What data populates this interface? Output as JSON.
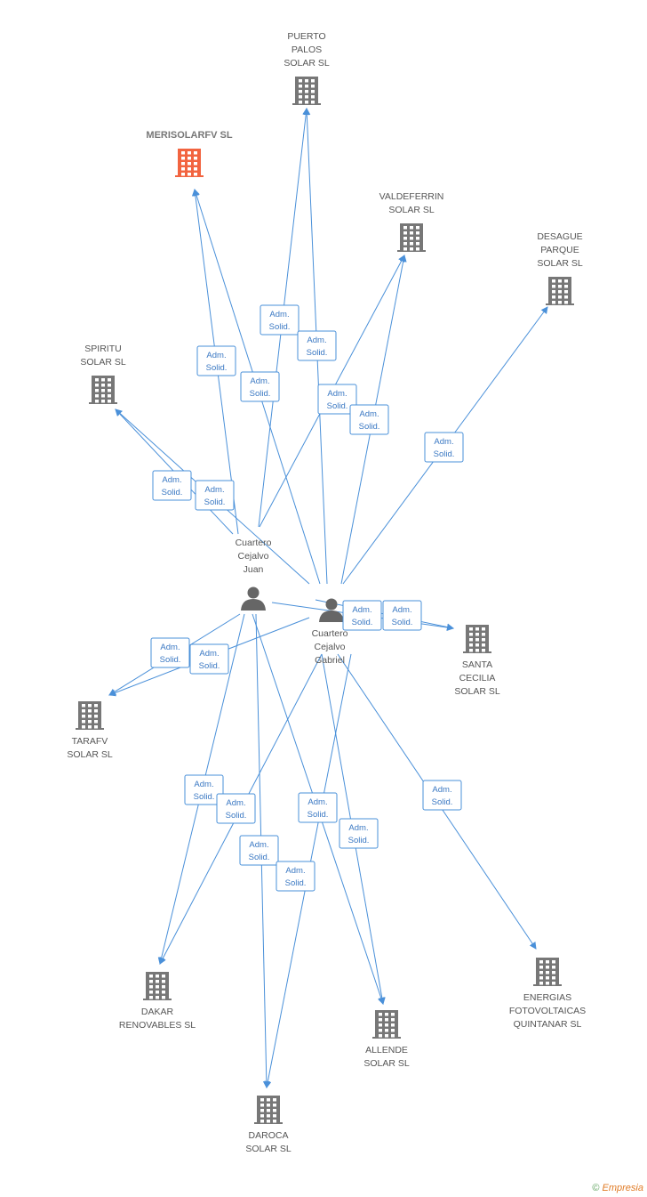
{
  "colors": {
    "edge": "#4a90d9",
    "company": "#777777",
    "company_highlight": "#f26440",
    "person": "#666666",
    "label_box": "#ffffff"
  },
  "companies": [
    {
      "id": "puerto-palos",
      "lines": [
        "PUERTO",
        "PALOS",
        "SOLAR SL"
      ],
      "highlight": false
    },
    {
      "id": "merisolarfv",
      "lines": [
        "MERISOLARFV SL"
      ],
      "highlight": true
    },
    {
      "id": "valdeferrin",
      "lines": [
        "VALDEFERRIN",
        "SOLAR SL"
      ],
      "highlight": false
    },
    {
      "id": "desague",
      "lines": [
        "DESAGUE",
        "PARQUE",
        "SOLAR SL"
      ],
      "highlight": false
    },
    {
      "id": "spiritu",
      "lines": [
        "SPIRITU",
        "SOLAR SL"
      ],
      "highlight": false
    },
    {
      "id": "santa-cecilia",
      "lines": [
        "SANTA",
        "CECILIA",
        "SOLAR SL"
      ],
      "highlight": false
    },
    {
      "id": "tarafv",
      "lines": [
        "TARAFV",
        "SOLAR SL"
      ],
      "highlight": false
    },
    {
      "id": "dakar",
      "lines": [
        "DAKAR",
        "RENOVABLES SL"
      ],
      "highlight": false
    },
    {
      "id": "allende",
      "lines": [
        "ALLENDE",
        "SOLAR SL"
      ],
      "highlight": false
    },
    {
      "id": "energias",
      "lines": [
        "ENERGIAS",
        "FOTOVOLTAICAS",
        "QUINTANAR SL"
      ],
      "highlight": false
    },
    {
      "id": "daroca",
      "lines": [
        "DAROCA",
        "SOLAR SL"
      ],
      "highlight": false
    }
  ],
  "persons": [
    {
      "id": "juan",
      "lines": [
        "Cuartero",
        "Cejalvo",
        "Juan"
      ]
    },
    {
      "id": "gabriel",
      "lines": [
        "Cuartero",
        "Cejalvo",
        "Gabriel"
      ]
    }
  ],
  "relation_label": [
    "Adm.",
    "Solid."
  ],
  "edges": [
    {
      "from": "juan",
      "to": "puerto-palos"
    },
    {
      "from": "gabriel",
      "to": "puerto-palos"
    },
    {
      "from": "juan",
      "to": "merisolarfv"
    },
    {
      "from": "gabriel",
      "to": "merisolarfv"
    },
    {
      "from": "juan",
      "to": "valdeferrin"
    },
    {
      "from": "gabriel",
      "to": "valdeferrin"
    },
    {
      "from": "gabriel",
      "to": "desague"
    },
    {
      "from": "juan",
      "to": "spiritu"
    },
    {
      "from": "gabriel",
      "to": "spiritu"
    },
    {
      "from": "juan",
      "to": "santa-cecilia"
    },
    {
      "from": "gabriel",
      "to": "santa-cecilia"
    },
    {
      "from": "juan",
      "to": "tarafv"
    },
    {
      "from": "gabriel",
      "to": "tarafv"
    },
    {
      "from": "juan",
      "to": "dakar"
    },
    {
      "from": "gabriel",
      "to": "dakar"
    },
    {
      "from": "juan",
      "to": "allende"
    },
    {
      "from": "gabriel",
      "to": "allende"
    },
    {
      "from": "gabriel",
      "to": "energias"
    },
    {
      "from": "juan",
      "to": "daroca"
    },
    {
      "from": "gabriel",
      "to": "daroca"
    }
  ],
  "footer": {
    "copyright": "©",
    "brand": "Empresia"
  }
}
